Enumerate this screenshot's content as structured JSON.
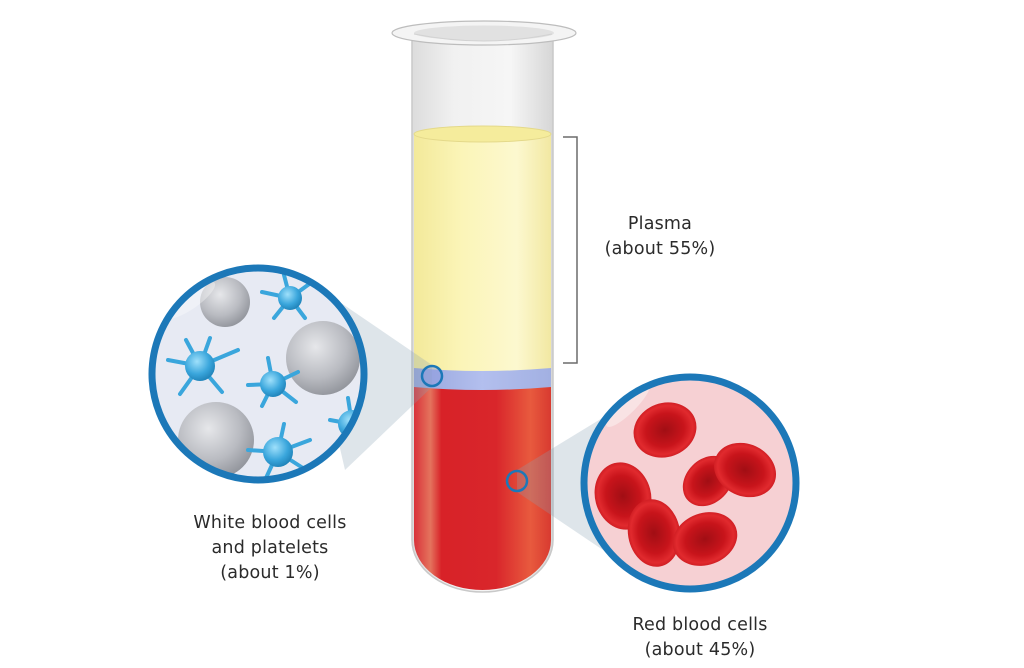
{
  "diagram": {
    "subject": "Blood composition in a centrifuged test tube",
    "components": [
      {
        "id": "plasma",
        "lines": [
          "Plasma",
          "(about 55%)"
        ],
        "percent": 55,
        "color": "#f7f0a0"
      },
      {
        "id": "wbc_platelets",
        "lines": [
          "White blood cells",
          "and platelets",
          "(about 1%)"
        ],
        "percent": 1,
        "color": "#a9b6e6"
      },
      {
        "id": "rbc",
        "lines": [
          "Red blood cells",
          "(about 45%)"
        ],
        "percent": 45,
        "color": "#d8242a"
      }
    ]
  },
  "colors": {
    "magnifier_ring": "#1c78b8",
    "wbc_background": "#e6e9f2",
    "rbc_background": "#f6cfd2",
    "rbc_cell": "#d81e24",
    "platelet": "#3aa6dc",
    "white_cell": "#b8babf",
    "label_text": "#2b2b2b"
  }
}
